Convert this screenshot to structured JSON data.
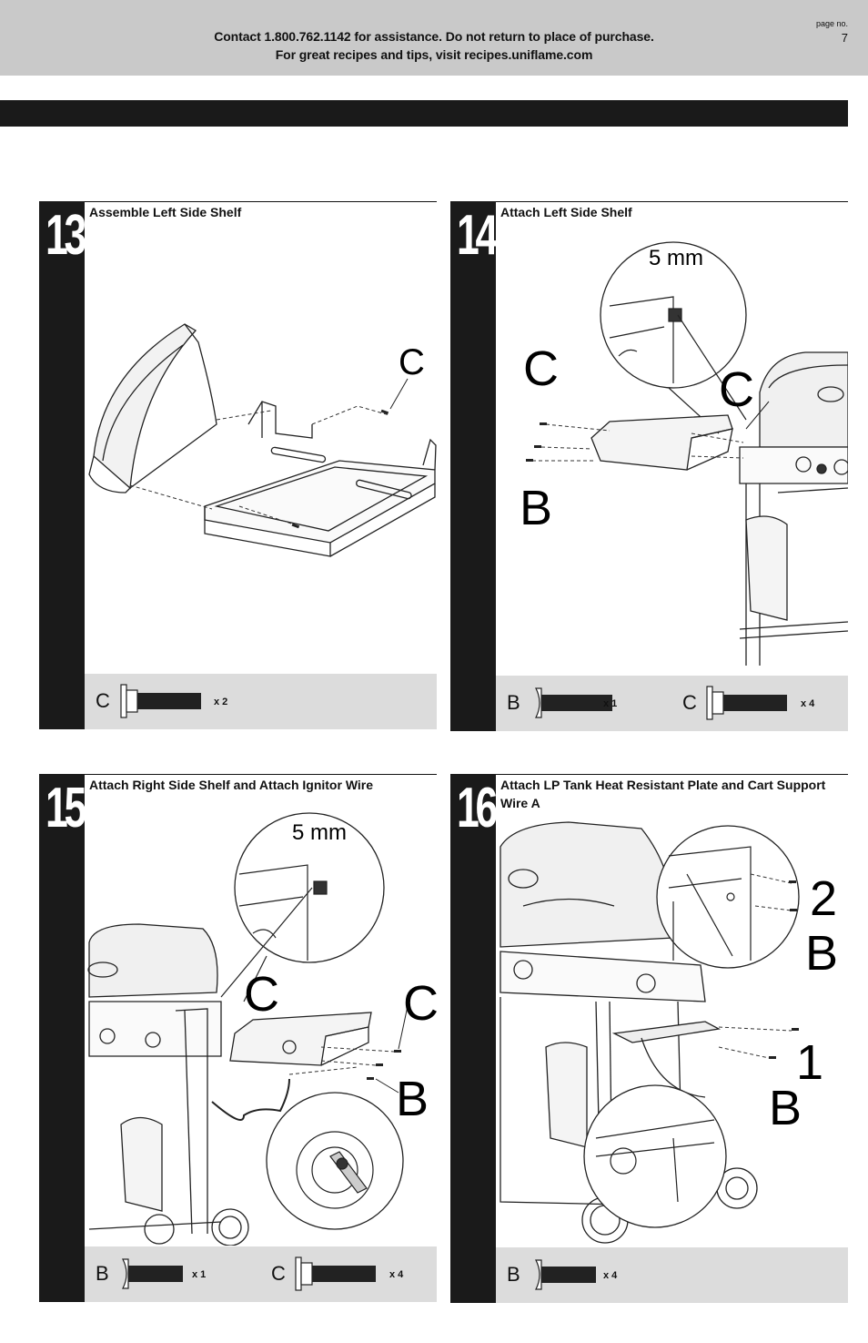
{
  "header": {
    "contact_line1": "Contact 1.800.762.1142 for assistance. Do not return to place of purchase.",
    "contact_line2": "For great recipes and tips, visit recipes.uniflame.com",
    "page_label": "page no.",
    "page_number": "7"
  },
  "steps": [
    {
      "number": "13",
      "title": "Assemble Left Side Shelf",
      "callouts": [
        "C"
      ],
      "hardware": [
        {
          "letter": "C",
          "qty": "x 2"
        }
      ]
    },
    {
      "number": "14",
      "title": "Attach Left Side Shelf",
      "callouts": [
        "5 mm",
        "C",
        "C",
        "B"
      ],
      "hardware": [
        {
          "letter": "B",
          "qty": "x 1"
        },
        {
          "letter": "C",
          "qty": "x 4"
        }
      ]
    },
    {
      "number": "15",
      "title": "Attach Right Side Shelf and Attach Ignitor Wire",
      "callouts": [
        "5 mm",
        "C",
        "C",
        "B"
      ],
      "hardware": [
        {
          "letter": "B",
          "qty": "x 1"
        },
        {
          "letter": "C",
          "qty": "x 4"
        }
      ]
    },
    {
      "number": "16",
      "title": "Attach LP Tank Heat Resistant Plate and Cart Support Wire A",
      "callouts": [
        "2",
        "B",
        "1",
        "B"
      ],
      "hardware": [
        {
          "letter": "B",
          "qty": "x 4"
        }
      ]
    }
  ]
}
